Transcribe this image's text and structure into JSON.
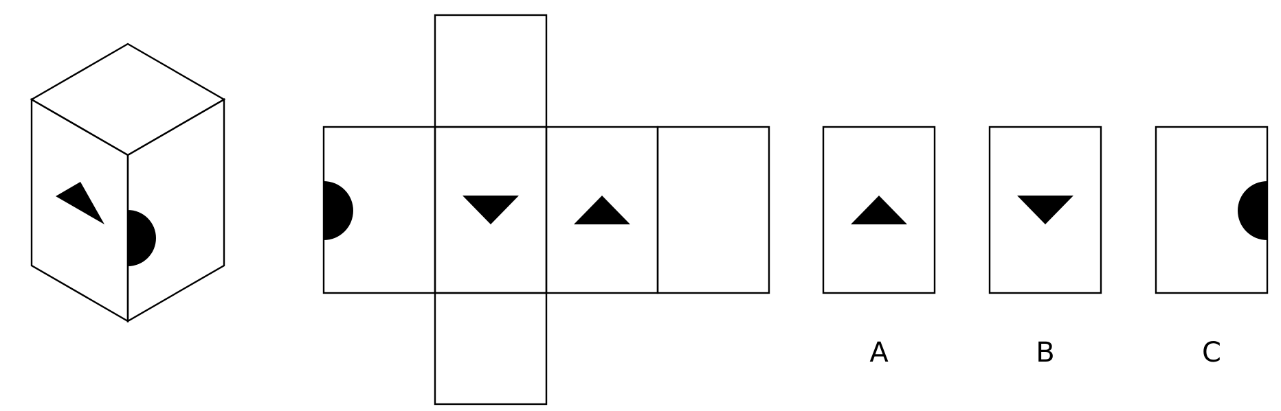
{
  "puzzle": {
    "reference_cube": {
      "visible_faces": [
        "top",
        "front-left",
        "front-right"
      ],
      "front_left_symbol": "triangle",
      "front_right_symbol": "half-circle"
    },
    "cube_net": {
      "faces": [
        "top",
        "left",
        "center",
        "right",
        "back",
        "bottom"
      ],
      "symbols": {
        "left": "half-circle",
        "center": "triangle-down",
        "right": "triangle-up",
        "top": "blank",
        "back": "blank",
        "bottom": "blank"
      }
    },
    "options": [
      {
        "label": "A",
        "symbol": "triangle-up"
      },
      {
        "label": "B",
        "symbol": "triangle-down"
      },
      {
        "label": "C",
        "symbol": "half-circle"
      }
    ],
    "colors": {
      "stroke": "#000000",
      "fill": "#000000",
      "background": "#ffffff"
    }
  }
}
